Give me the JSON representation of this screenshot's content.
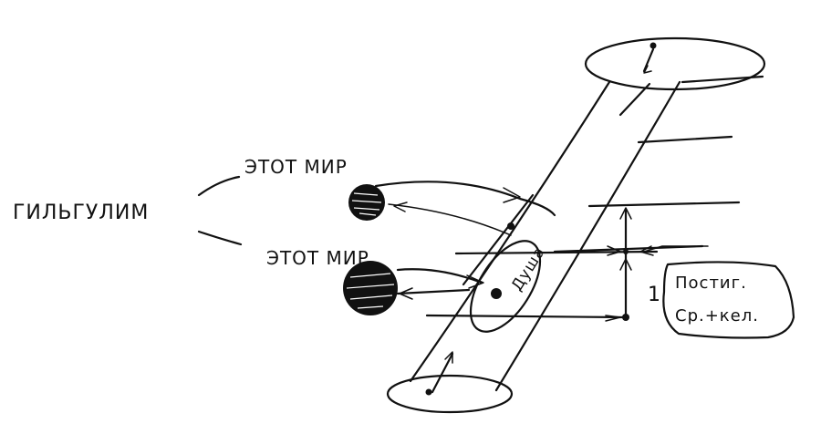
{
  "labels": {
    "gilgulim": "ГИЛЬГУЛИМ",
    "this_world_top": "ЭТОТ МИР",
    "this_world_bottom": "ЭТОТ МИР",
    "soul": "Душа",
    "level_number": "1",
    "note_line1": "Постиг.",
    "note_line2": "Ср.+кел."
  },
  "colors": {
    "ink": "#111111",
    "paper": "#ffffff"
  }
}
